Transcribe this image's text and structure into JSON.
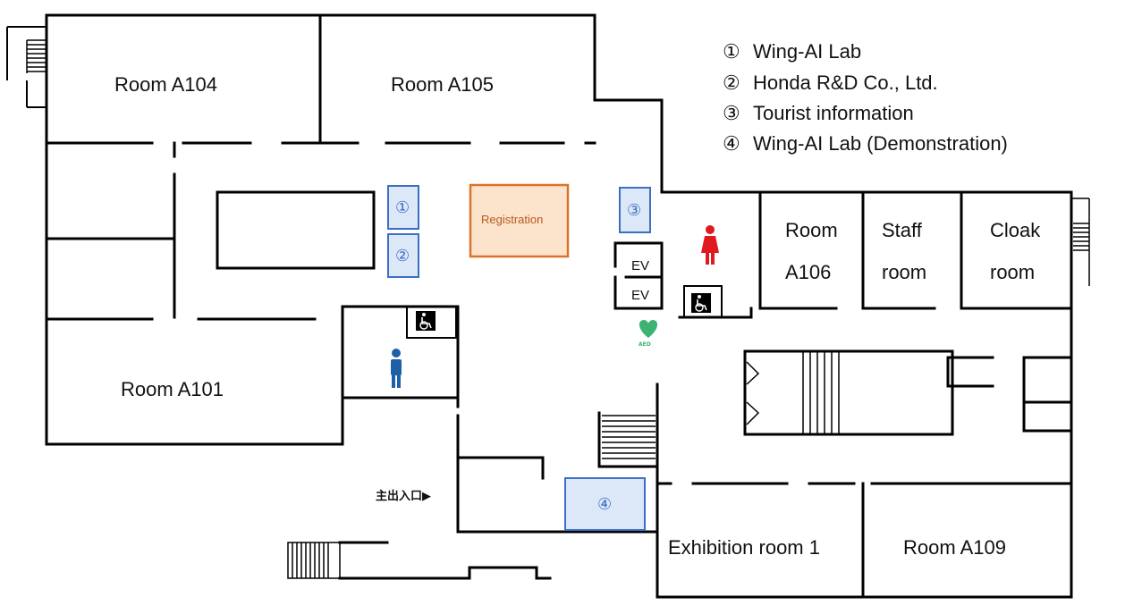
{
  "rooms": {
    "a104": "Room A104",
    "a105": "Room A105",
    "a101": "Room A101",
    "a106_line1": "Room",
    "a106_line2": "A106",
    "staff_line1": "Staff",
    "staff_line2": "room",
    "cloak_line1": "Cloak",
    "cloak_line2": "room",
    "exhibition1": "Exhibition room 1",
    "a109": "Room A109"
  },
  "legend": [
    {
      "num": "①",
      "label": "Wing-AI Lab"
    },
    {
      "num": "②",
      "label": "Honda R&D Co., Ltd."
    },
    {
      "num": "③",
      "label": "Tourist information"
    },
    {
      "num": "④",
      "label": "Wing-AI Lab (Demonstration)"
    }
  ],
  "booths": {
    "b1": "①",
    "b2": "②",
    "b3": "③",
    "b4": "④"
  },
  "registration": "Registration",
  "elevators": [
    "EV",
    "EV"
  ],
  "entrance": "主出入口▶",
  "aed": "AED",
  "colors": {
    "booth_fill": "#dce8f8",
    "booth_stroke": "#3b6fc4",
    "registration_fill": "#fbe3cc",
    "registration_stroke": "#d9732b",
    "female_icon": "#e0191f",
    "male_icon": "#1f5fa8",
    "aed_icon": "#3cb371"
  },
  "icons": {
    "wheelchair": "wheelchair-icon",
    "female_restroom": "female-restroom-icon",
    "male_restroom": "male-restroom-icon",
    "aed": "aed-heart-icon",
    "stairs": "stairs-icon"
  }
}
